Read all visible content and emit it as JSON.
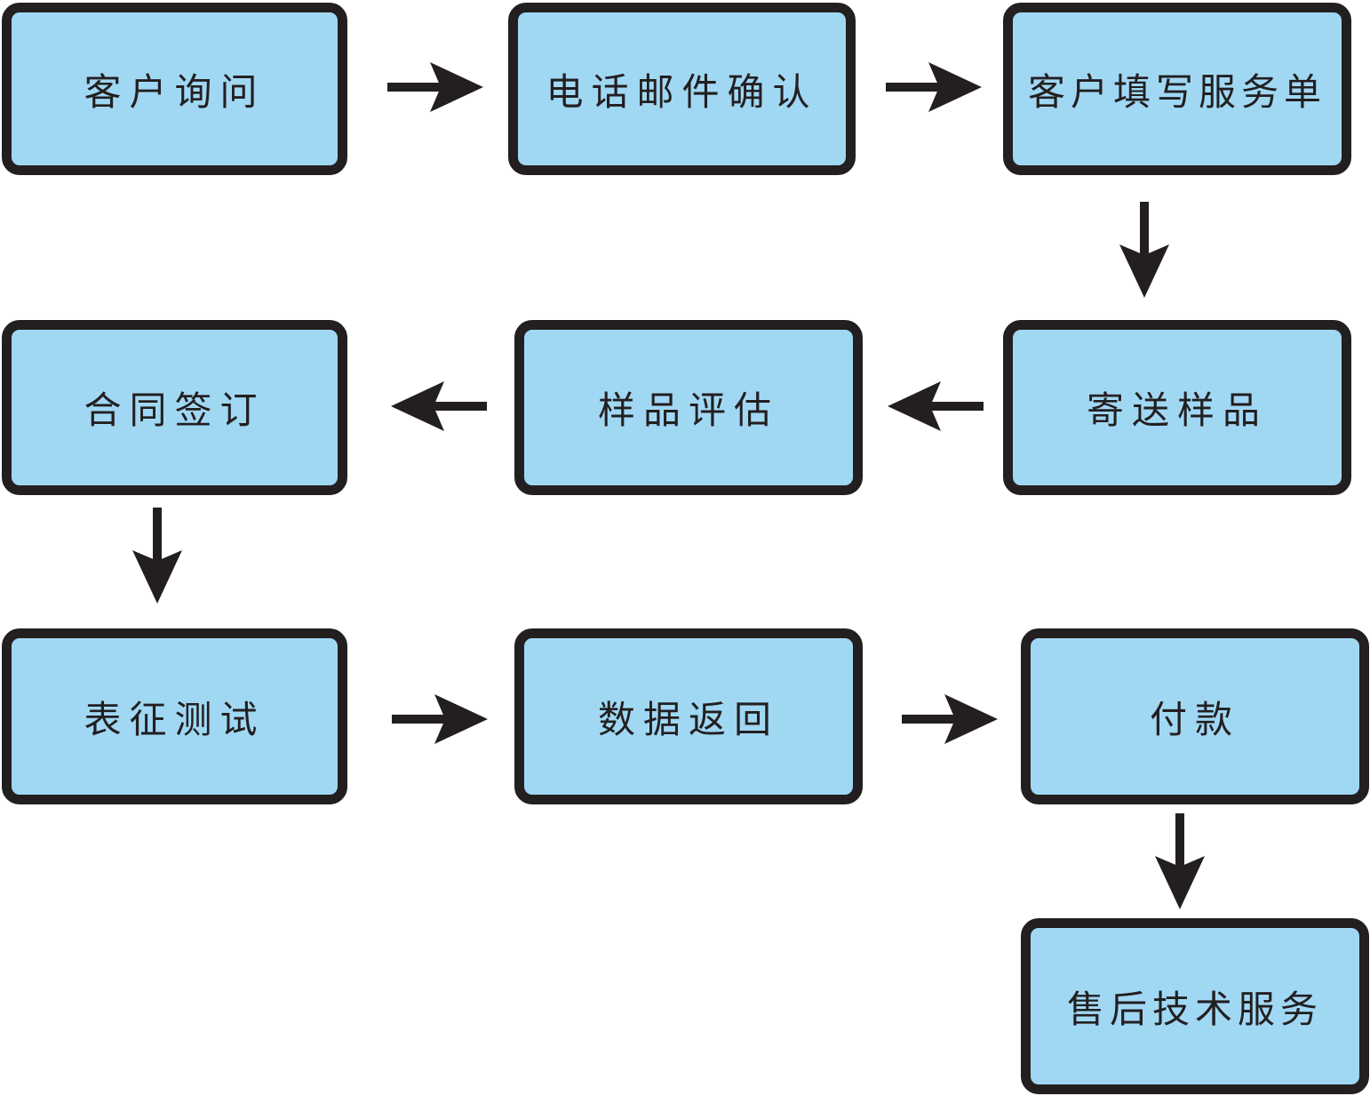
{
  "colors": {
    "box_fill": "#a0d8f4",
    "outline": "#231f20",
    "text": "#231f20",
    "arrow": "#231f20"
  },
  "steps": [
    {
      "id": "inquiry",
      "label": "客户询问"
    },
    {
      "id": "confirm",
      "label": "电话邮件确认"
    },
    {
      "id": "form",
      "label": "客户填写服务单"
    },
    {
      "id": "ship-sample",
      "label": "寄送样品"
    },
    {
      "id": "evaluate",
      "label": "样品评估"
    },
    {
      "id": "contract",
      "label": "合同签订"
    },
    {
      "id": "test",
      "label": "表征测试"
    },
    {
      "id": "data-return",
      "label": "数据返回"
    },
    {
      "id": "payment",
      "label": "付款"
    },
    {
      "id": "after-sales",
      "label": "售后技术服务"
    }
  ],
  "connections": [
    {
      "from": "inquiry",
      "to": "confirm",
      "direction": "right"
    },
    {
      "from": "confirm",
      "to": "form",
      "direction": "right"
    },
    {
      "from": "form",
      "to": "ship-sample",
      "direction": "down"
    },
    {
      "from": "ship-sample",
      "to": "evaluate",
      "direction": "left"
    },
    {
      "from": "evaluate",
      "to": "contract",
      "direction": "left"
    },
    {
      "from": "contract",
      "to": "test",
      "direction": "down"
    },
    {
      "from": "test",
      "to": "data-return",
      "direction": "right"
    },
    {
      "from": "data-return",
      "to": "payment",
      "direction": "right"
    },
    {
      "from": "payment",
      "to": "after-sales",
      "direction": "down"
    }
  ]
}
